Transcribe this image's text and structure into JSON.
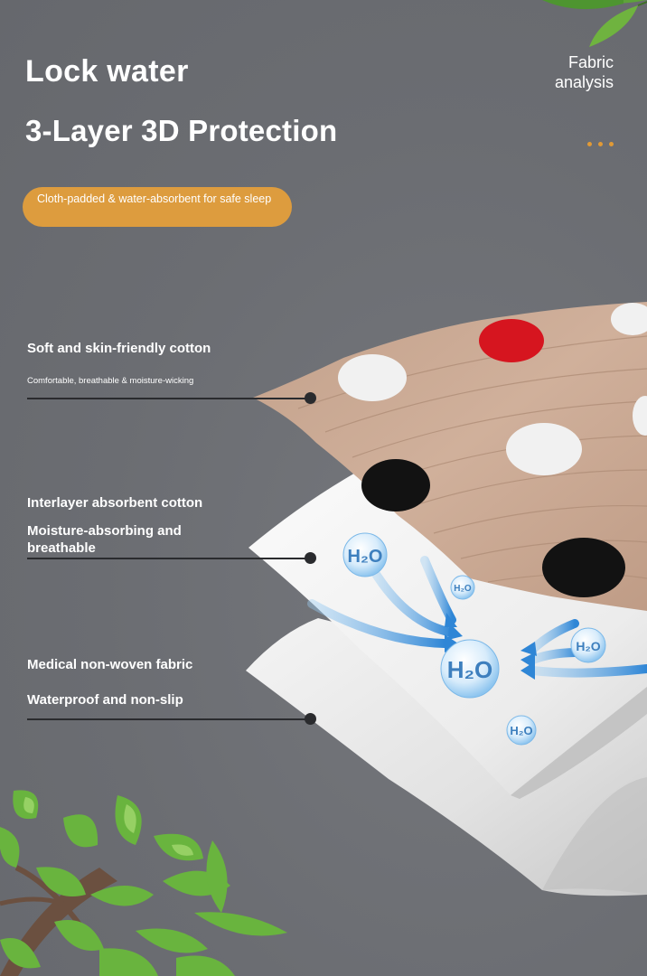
{
  "header": {
    "title_line1": "Lock water",
    "title_line2": "3-Layer 3D Protection",
    "fabric_analysis_line1": "Fabric",
    "fabric_analysis_line2": "analysis",
    "tagline": "Cloth-padded & water-absorbent for safe sleep"
  },
  "layers": [
    {
      "title": "Soft and skin-friendly cotton",
      "subtitle": "Comfortable, breathable & moisture-wicking"
    },
    {
      "title": "Interlayer absorbent cotton",
      "subtitle": "Moisture-absorbing and breathable"
    },
    {
      "title": "Medical non-woven fabric",
      "subtitle": "Waterproof and non-slip"
    }
  ],
  "water_bubbles": [
    "H2O",
    "H2O",
    "H2O",
    "H2O",
    "H2O"
  ],
  "colors": {
    "background": "#6e7075",
    "accent": "#dd9c3e",
    "top_fabric": "#c9a994",
    "red_dot": "#d6151f",
    "black_dot": "#121212",
    "white_dot": "#f1f1f1",
    "arrow_blue": "#4d9fe0"
  },
  "icons": [
    "leaf-icon",
    "water-drop-icon",
    "arrow-icon"
  ]
}
